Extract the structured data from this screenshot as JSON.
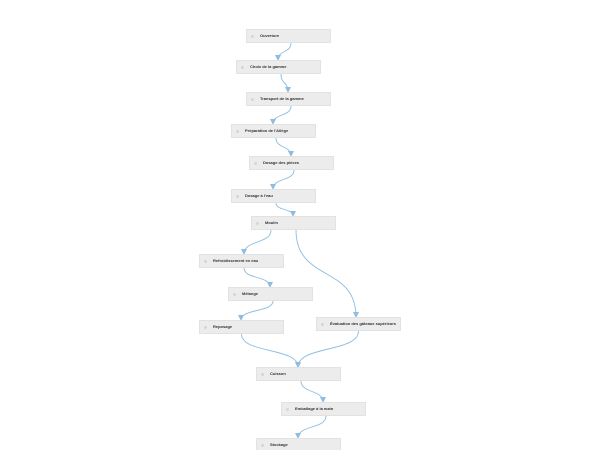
{
  "diagram": {
    "edge_color": "#8dbde0",
    "node_fill": "#ececec",
    "nodes": [
      {
        "id": "n1",
        "label": "Ouverture"
      },
      {
        "id": "n2",
        "label": "Choix de la gamme"
      },
      {
        "id": "n3",
        "label": "Transport de la gamme"
      },
      {
        "id": "n4",
        "label": "Préparation de l'Allège"
      },
      {
        "id": "n5",
        "label": "Dosage des pièces"
      },
      {
        "id": "n6",
        "label": "Dosage à l'eau"
      },
      {
        "id": "n7",
        "label": "Moulin"
      },
      {
        "id": "n8",
        "label": "Refroidissement en eau"
      },
      {
        "id": "n9",
        "label": "Mélange"
      },
      {
        "id": "n10",
        "label": "Reposage"
      },
      {
        "id": "n11",
        "label": "Évaluation des gâteaux supérieurs"
      },
      {
        "id": "n12",
        "label": "Cuisson"
      },
      {
        "id": "n13",
        "label": "Emballage à la main"
      },
      {
        "id": "n14",
        "label": "Stockage"
      }
    ],
    "edges": [
      {
        "from": "n1",
        "to": "n2"
      },
      {
        "from": "n2",
        "to": "n3"
      },
      {
        "from": "n3",
        "to": "n4"
      },
      {
        "from": "n4",
        "to": "n5"
      },
      {
        "from": "n5",
        "to": "n6"
      },
      {
        "from": "n6",
        "to": "n7"
      },
      {
        "from": "n7",
        "to": "n8"
      },
      {
        "from": "n7",
        "to": "n11"
      },
      {
        "from": "n8",
        "to": "n9"
      },
      {
        "from": "n9",
        "to": "n10"
      },
      {
        "from": "n10",
        "to": "n12"
      },
      {
        "from": "n11",
        "to": "n12"
      },
      {
        "from": "n12",
        "to": "n13"
      },
      {
        "from": "n13",
        "to": "n14"
      }
    ]
  }
}
